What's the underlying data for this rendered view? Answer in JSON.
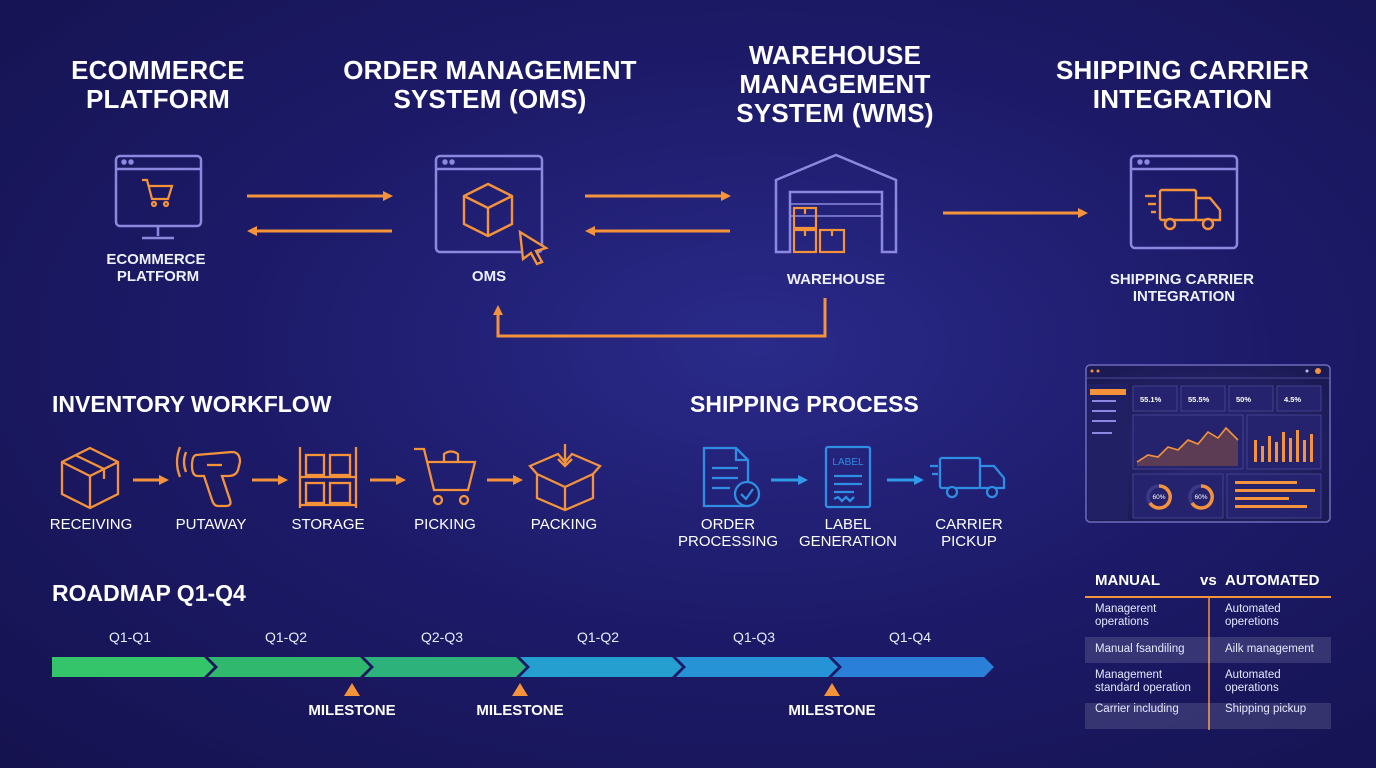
{
  "systems": [
    {
      "title": "ECOMMERCE\nPLATFORM",
      "label": "ECOMMERCE\nPLATFORM",
      "icon": "shopping-cart-monitor-icon"
    },
    {
      "title": "ORDER MANAGEMENT\nSYSTEM (OMS)",
      "label": "OMS",
      "icon": "package-cursor-window-icon"
    },
    {
      "title": "WAREHOUSE\nMANAGEMENT\nSYSTEM (WMS)",
      "label": "WAREHOUSE",
      "icon": "warehouse-icon"
    },
    {
      "title": "SHIPPING CARRIER\nINTEGRATION",
      "label": "SHIPPING CARRIER\nINTEGRATION",
      "icon": "truck-window-icon"
    }
  ],
  "inventory": {
    "title": "INVENTORY WORKFLOW",
    "steps": [
      "RECEIVING",
      "PUTAWAY",
      "STORAGE",
      "PICKING",
      "PACKING"
    ]
  },
  "shipping": {
    "title": "SHIPPING PROCESS",
    "steps": [
      "ORDER\nPROCESSING",
      "LABEL\nGENERATION",
      "CARRIER\nPICKUP"
    ],
    "label_text": "LABEL"
  },
  "roadmap": {
    "title": "ROADMAP Q1-Q4",
    "phases": [
      "Q1-Q1",
      "Q1-Q2",
      "Q2-Q3",
      "Q1-Q2",
      "Q1-Q3",
      "Q1-Q4"
    ],
    "milestones": [
      "MILESTONE",
      "MILESTONE",
      "MILESTONE"
    ]
  },
  "dashboard": {
    "stats": [
      "55.1%",
      "55.5%",
      "50%",
      "4.5%"
    ],
    "gauges": [
      "60%",
      "60%"
    ]
  },
  "comparison": {
    "left_header": "MANUAL",
    "vs": "vs",
    "right_header": "AUTOMATED",
    "rows": [
      {
        "manual": "Managerent\noperations",
        "automated": "Automated\noperetions"
      },
      {
        "manual": "Manual fsandiling",
        "automated": "Ailk management"
      },
      {
        "manual": "Management\nstandard operation",
        "automated": "Automated\noperations"
      },
      {
        "manual": "Carrier including",
        "automated": "Shipping pickup"
      }
    ]
  },
  "colors": {
    "background": "#1d1b6a",
    "accent_orange": "#f5933a",
    "icon_lavender": "#8c88e0",
    "process_blue": "#2f8de4",
    "roadmap_green": "#2fbf6a",
    "roadmap_blue": "#2296d6"
  }
}
